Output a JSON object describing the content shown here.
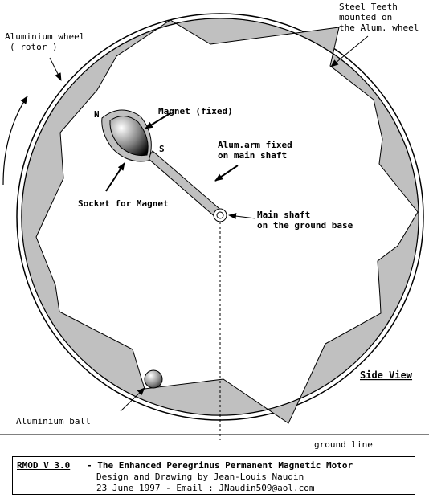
{
  "labels": {
    "aluminium_wheel": [
      "Aluminium wheel",
      "( rotor )"
    ],
    "steel_teeth": [
      "Steel Teeth",
      "mounted on",
      "the Alum. wheel"
    ],
    "magnet_fixed": "Magnet (fixed)",
    "pole_n": "N",
    "pole_s": "S",
    "alum_arm": [
      "Alum.arm fixed",
      "on main shaft"
    ],
    "socket_for_magnet": "Socket for Magnet",
    "main_shaft": [
      "Main shaft",
      "on the ground base"
    ],
    "side_view": "Side View",
    "aluminium_ball": "Aluminium ball",
    "ground_line": "ground line"
  },
  "title_block": {
    "program": "RMOD V 3.0",
    "title": "- The Enhanced Peregrinus Permanent Magnetic Motor",
    "credit": "Design and Drawing by Jean-Louis Naudin",
    "date_email": "23 June 1997 - Email : JNaudin509@aol.com"
  },
  "colors": {
    "teeth_fill": "#c0c0c0",
    "line": "#000000",
    "background": "#ffffff"
  }
}
